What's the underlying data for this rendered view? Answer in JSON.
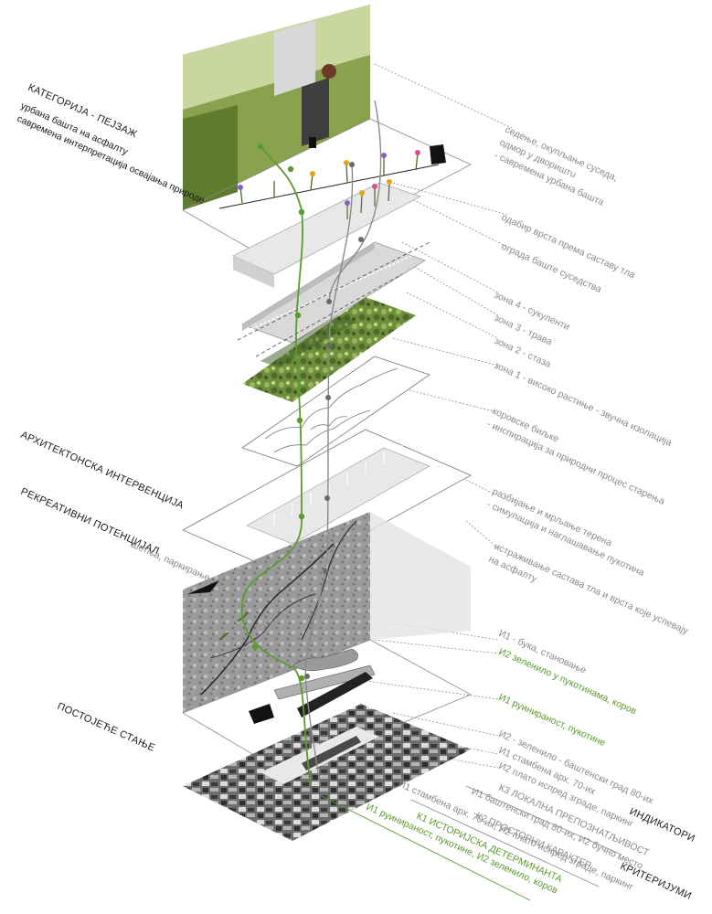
{
  "diagram": {
    "left_headings": [
      {
        "id": "category",
        "text": "КАТЕГОРИЈА - ПЕЈЗАЖ"
      },
      {
        "id": "category-sub-1",
        "text": "урбана башта на асфалту"
      },
      {
        "id": "category-sub-2",
        "text": "савремена интерпретација освајања природе"
      },
      {
        "id": "arch",
        "text": "АРХИТЕКТОНСКА ИНТЕРВЕНЦИЈА"
      },
      {
        "id": "recreational",
        "text": "РЕКРЕАТИВНИ ПОТЕНЦИЈАЛ"
      },
      {
        "id": "recreational-sub",
        "text": "шетња, паркирање"
      },
      {
        "id": "existing",
        "text": "ПОСТОЈЕЋЕ СТАЊЕ"
      }
    ],
    "right_labels": [
      {
        "id": "r1a",
        "text": "седење, окупљање суседа,",
        "tone": "gray"
      },
      {
        "id": "r1b",
        "text": "одмор у двориштu",
        "tone": "gray"
      },
      {
        "id": "r1c",
        "text": "- савремена урбана башта",
        "tone": "gray"
      },
      {
        "id": "r2",
        "text": "одабир врста према саставу тла",
        "tone": "gray"
      },
      {
        "id": "r3",
        "text": "ограда баште суседства",
        "tone": "gray"
      },
      {
        "id": "r4",
        "text": "зона 4 - сукуленти",
        "tone": "gray"
      },
      {
        "id": "r5",
        "text": "зона 3 - трава",
        "tone": "gray"
      },
      {
        "id": "r6",
        "text": "зона 2 - стаза",
        "tone": "gray"
      },
      {
        "id": "r7",
        "text": "зона 1 - високо растиње - звучна изолација",
        "tone": "gray"
      },
      {
        "id": "r8a",
        "text": "коровске биљке",
        "tone": "gray"
      },
      {
        "id": "r8b",
        "text": "- инспирација за природни процес старења",
        "tone": "gray"
      },
      {
        "id": "r9a",
        "text": "разбијање и мрљање терена",
        "tone": "gray"
      },
      {
        "id": "r9b",
        "text": "- симулација и наглашавање пукотина",
        "tone": "gray"
      },
      {
        "id": "r10a",
        "text": "истраживање састава тла и врста које успевају",
        "tone": "gray"
      },
      {
        "id": "r10b",
        "text": "на асфалту",
        "tone": "gray"
      },
      {
        "id": "r11",
        "text": "И1 - бука, становање",
        "tone": "gray"
      },
      {
        "id": "r12",
        "text": "И2 зеленило у пукотинама, коров",
        "tone": "green"
      },
      {
        "id": "r13",
        "text": "И1 руинираност, пукотине",
        "tone": "green"
      },
      {
        "id": "r14",
        "text": "И2 - зеленило - баштенски град 80-их",
        "tone": "gray"
      },
      {
        "id": "r15",
        "text": "И1 стамбена арх. 70-их",
        "tone": "gray"
      },
      {
        "id": "r16",
        "text": "И2 плато испред зграде, паркинг",
        "tone": "gray"
      }
    ],
    "criteria": [
      {
        "id": "k3",
        "text": "К3 ЛОКАЛНА ПРЕПОЗНАТЉИВОСТ",
        "tone": "gray"
      },
      {
        "id": "k3s",
        "text": "И1 баштенски град 80-их, И2 бучно место",
        "tone": "gray"
      },
      {
        "id": "k2",
        "text": "К2 ПРОСТОРНИ КАРАКТЕР",
        "tone": "gray"
      },
      {
        "id": "k2s",
        "text": "И1 стамбена арх. 70-их, И2 плато испред зграде, паркинг",
        "tone": "gray"
      },
      {
        "id": "k1",
        "text": "К1 ИСТОРИЈСКА ДЕТЕРМИНАНТА",
        "tone": "green"
      },
      {
        "id": "k1s",
        "text": "И1 руинираност, пукотине, И2 зеленило, коров",
        "tone": "green"
      }
    ],
    "indicators_label": "ИНДИКАТОРИ",
    "criteria_label": "КРИТЕРИЈУМИ",
    "colors": {
      "green": "#5b9a2e",
      "gray": "#8a8a8a",
      "dark": "#1a1a1a"
    }
  }
}
